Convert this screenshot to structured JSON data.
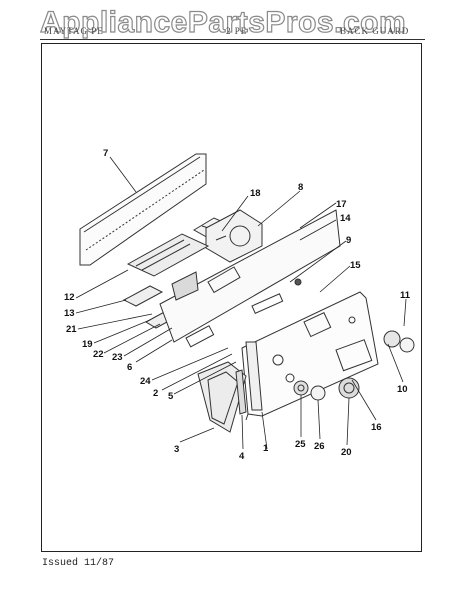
{
  "header": {
    "watermark": "AppliancePartsPros.com",
    "left_text": "MAYTAG PE",
    "center_text": "2 PE",
    "right_text": "BACK GUARD"
  },
  "footer": {
    "issued": "Issued 11/87"
  },
  "callouts": [
    {
      "id": "c7",
      "label": "7"
    },
    {
      "id": "c18",
      "label": "18"
    },
    {
      "id": "c8",
      "label": "8"
    },
    {
      "id": "c17",
      "label": "17"
    },
    {
      "id": "c14",
      "label": "14"
    },
    {
      "id": "c9",
      "label": "9"
    },
    {
      "id": "c15",
      "label": "15"
    },
    {
      "id": "c11",
      "label": "11"
    },
    {
      "id": "c12",
      "label": "12"
    },
    {
      "id": "c13",
      "label": "13"
    },
    {
      "id": "c21",
      "label": "21"
    },
    {
      "id": "c19",
      "label": "19"
    },
    {
      "id": "c22",
      "label": "22"
    },
    {
      "id": "c23",
      "label": "23"
    },
    {
      "id": "c6",
      "label": "6"
    },
    {
      "id": "c24",
      "label": "24"
    },
    {
      "id": "c2",
      "label": "2"
    },
    {
      "id": "c5",
      "label": "5"
    },
    {
      "id": "c3",
      "label": "3"
    },
    {
      "id": "c4",
      "label": "4"
    },
    {
      "id": "c1",
      "label": "1"
    },
    {
      "id": "c25",
      "label": "25"
    },
    {
      "id": "c26",
      "label": "26"
    },
    {
      "id": "c20",
      "label": "20"
    },
    {
      "id": "c16",
      "label": "16"
    },
    {
      "id": "c10",
      "label": "10"
    }
  ]
}
